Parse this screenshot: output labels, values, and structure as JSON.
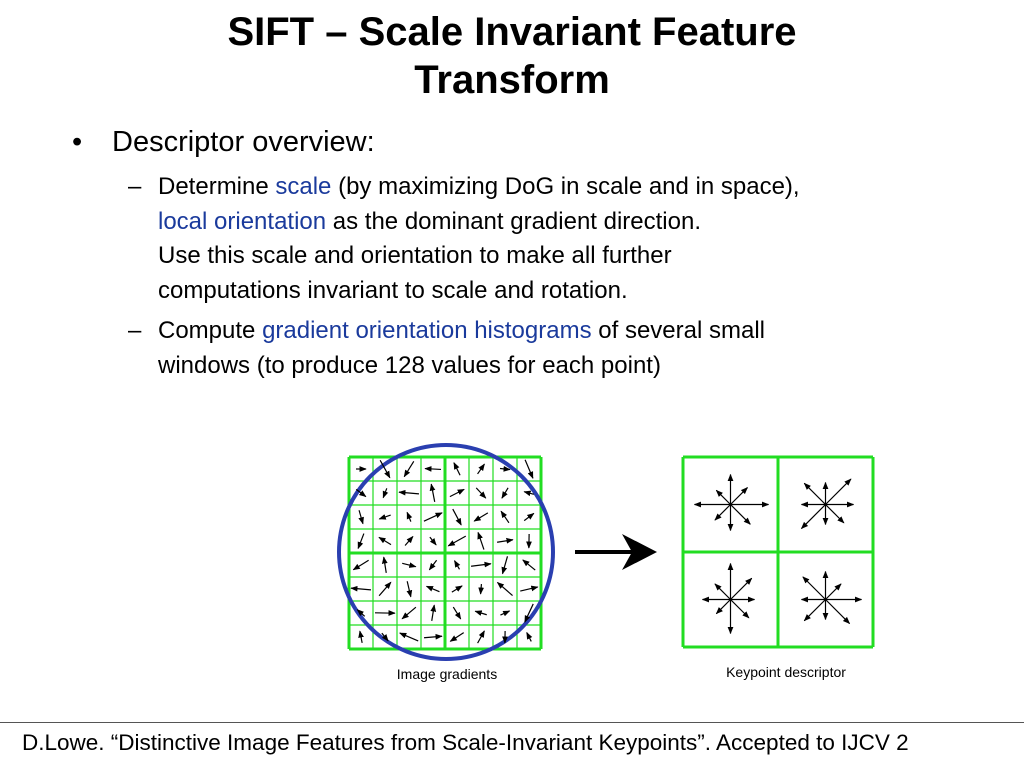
{
  "title": {
    "line1": "SIFT – Scale Invariant Feature",
    "line2": "Transform"
  },
  "bullet": {
    "marker": "•",
    "text": "Descriptor overview:"
  },
  "subbullets": [
    {
      "marker": "–",
      "l1_a": "Determine ",
      "l1_b": "scale",
      "l1_c": " (by maximizing DoG in scale and in space),",
      "l2_a": "local orientation",
      "l2_b": " as the dominant gradient direction.",
      "l3": "Use this scale and orientation to make all further",
      "l4": "computations invariant to scale and rotation."
    },
    {
      "marker": "–",
      "l1_a": "Compute ",
      "l1_b": "gradient orientation histograms",
      "l1_c": " of several small",
      "l2": "windows (to produce 128 values for each point)"
    }
  ],
  "figure": {
    "left_caption": "Image gradients",
    "right_caption": "Keypoint descriptor",
    "colors": {
      "grid": "#22dd22",
      "circle": "#2a3fb0",
      "arrows": "#000000"
    }
  },
  "footer": "D.Lowe. “Distinctive Image Features from Scale-Invariant Keypoints”. Accepted to IJCV 2"
}
